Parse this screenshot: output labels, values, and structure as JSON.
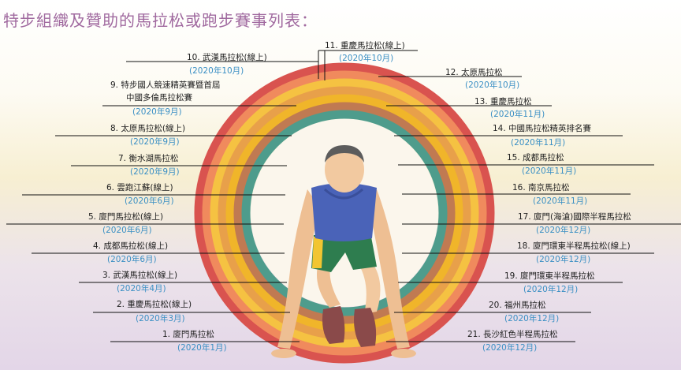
{
  "title": "特步組織及贊助的馬拉松或跑步賽事列表：",
  "colors": {
    "title": "#a0699f",
    "date_text": "#3a8fc4",
    "rings": [
      "#d9534f",
      "#f08a5d",
      "#f5c242",
      "#e8a04a",
      "#f0b52a",
      "#c07a52",
      "#4e9c8c"
    ]
  },
  "events_left": [
    {
      "label": "10. 武漢馬拉松(線上)",
      "date": "(2020年10月)"
    },
    {
      "label": "9.  特步國人競速精英賽暨首屆",
      "label2": "中國多倫馬拉松賽",
      "date": "(2020年9月)"
    },
    {
      "label": "8.  太原馬拉松(線上)",
      "date": "(2020年9月)"
    },
    {
      "label": "7.  衡水湖馬拉松",
      "date": "(2020年9月)"
    },
    {
      "label": "6.  雲跑江蘇(線上)",
      "date": "(2020年6月)"
    },
    {
      "label": "5.  廈門馬拉松(線上)",
      "date": "(2020年6月)"
    },
    {
      "label": "4.  成都馬拉松(線上)",
      "date": "(2020年6月)"
    },
    {
      "label": "3.  武漢馬拉松(線上)",
      "date": "(2020年4月)"
    },
    {
      "label": "2.  重慶馬拉松(線上)",
      "date": "(2020年3月)"
    },
    {
      "label": "1.  廈門馬拉松",
      "date": "(2020年1月)"
    }
  ],
  "event_top": {
    "label": "11. 重慶馬拉松(線上)",
    "date": "(2020年10月)"
  },
  "events_right": [
    {
      "label": "12. 太原馬拉松",
      "date": "(2020年10月)"
    },
    {
      "label": "13. 重慶馬拉松",
      "date": "(2020年11月)"
    },
    {
      "label": "14. 中國馬拉松精英排名賽",
      "date": "(2020年11月)"
    },
    {
      "label": "15. 成都馬拉松",
      "date": "(2020年11月)"
    },
    {
      "label": "16. 南京馬拉松",
      "date": "(2020年11月)"
    },
    {
      "label": "17. 廈門(海滄)國際半程馬拉松",
      "date": "(2020年12月)"
    },
    {
      "label": "18. 廈門環東半程馬拉松(線上)",
      "date": "(2020年12月)"
    },
    {
      "label": "19. 廈門環東半程馬拉松",
      "date": "(2020年12月)"
    },
    {
      "label": "20. 福州馬拉松",
      "date": "(2020年12月)"
    },
    {
      "label": "21. 長沙紅色半程馬拉松",
      "date": "(2020年12月)"
    }
  ]
}
